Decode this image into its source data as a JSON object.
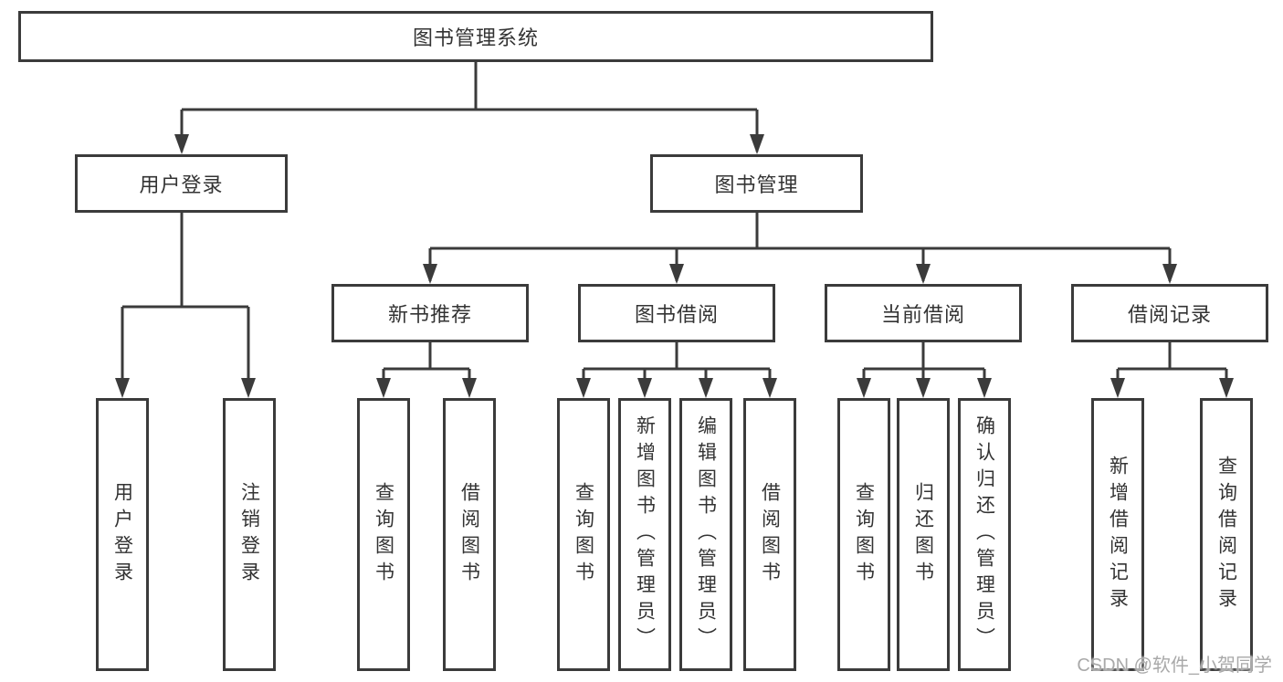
{
  "diagram": {
    "root": {
      "label": "图书管理系统"
    },
    "level2": [
      {
        "label": "用户登录"
      },
      {
        "label": "图书管理"
      }
    ],
    "level3": [
      {
        "label": "新书推荐",
        "parent": "图书管理"
      },
      {
        "label": "图书借阅",
        "parent": "图书管理"
      },
      {
        "label": "当前借阅",
        "parent": "图书管理"
      },
      {
        "label": "借阅记录",
        "parent": "图书管理"
      }
    ],
    "leaves": [
      {
        "label": "用户登录",
        "parent": "用户登录"
      },
      {
        "label": "注销登录",
        "parent": "用户登录"
      },
      {
        "label": "查询图书",
        "parent": "新书推荐"
      },
      {
        "label": "借阅图书",
        "parent": "新书推荐"
      },
      {
        "label": "查询图书",
        "parent": "图书借阅"
      },
      {
        "label": "新增图书（管理员）",
        "parent": "图书借阅"
      },
      {
        "label": "编辑图书（管理员）",
        "parent": "图书借阅"
      },
      {
        "label": "借阅图书",
        "parent": "图书借阅"
      },
      {
        "label": "查询图书",
        "parent": "当前借阅"
      },
      {
        "label": "归还图书",
        "parent": "当前借阅"
      },
      {
        "label": "确认归还（管理员）",
        "parent": "当前借阅"
      },
      {
        "label": "新增借阅记录",
        "parent": "借阅记录"
      },
      {
        "label": "查询借阅记录",
        "parent": "借阅记录"
      }
    ]
  },
  "watermark": {
    "text": "CSDN @软件_小贺同学"
  },
  "colors": {
    "line": "#3b3b3b",
    "text": "#333333",
    "watermark": "#a9a9a9",
    "background": "#ffffff"
  }
}
